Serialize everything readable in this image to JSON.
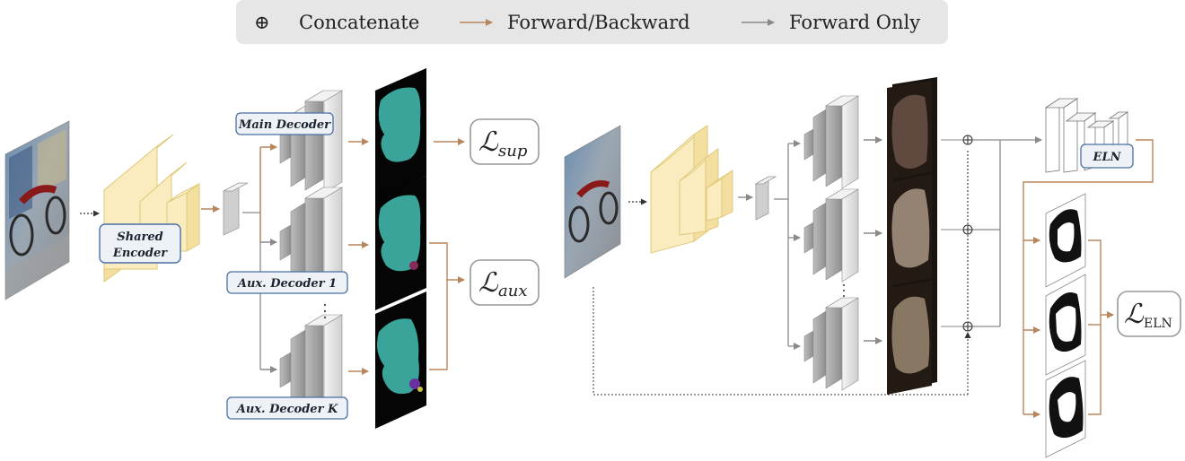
{
  "legend": {
    "concat_symbol": "⊕",
    "concat_label": "Concatenate",
    "fb_label": "Forward/Backward",
    "fo_label": "Forward Only"
  },
  "labels": {
    "shared_encoder_line1": "Shared",
    "shared_encoder_line2": "Encoder",
    "main_decoder": "Main Decoder",
    "aux_decoder_1": "Aux. Decoder 1",
    "aux_decoder_k": "Aux. Decoder K",
    "eln": "ELN"
  },
  "losses": {
    "symbol": "ℒ",
    "sup_sub": "sup",
    "aux_sub": "aux",
    "eln_sub": "ELN"
  },
  "colors": {
    "forward_backward": "#b8865c",
    "forward_only": "#8a8a8a",
    "encoder_fill": "#fbecc0",
    "label_border": "#4a6fa5",
    "legend_bg": "#e6e6e6",
    "mask_color": "#3aa39a"
  }
}
